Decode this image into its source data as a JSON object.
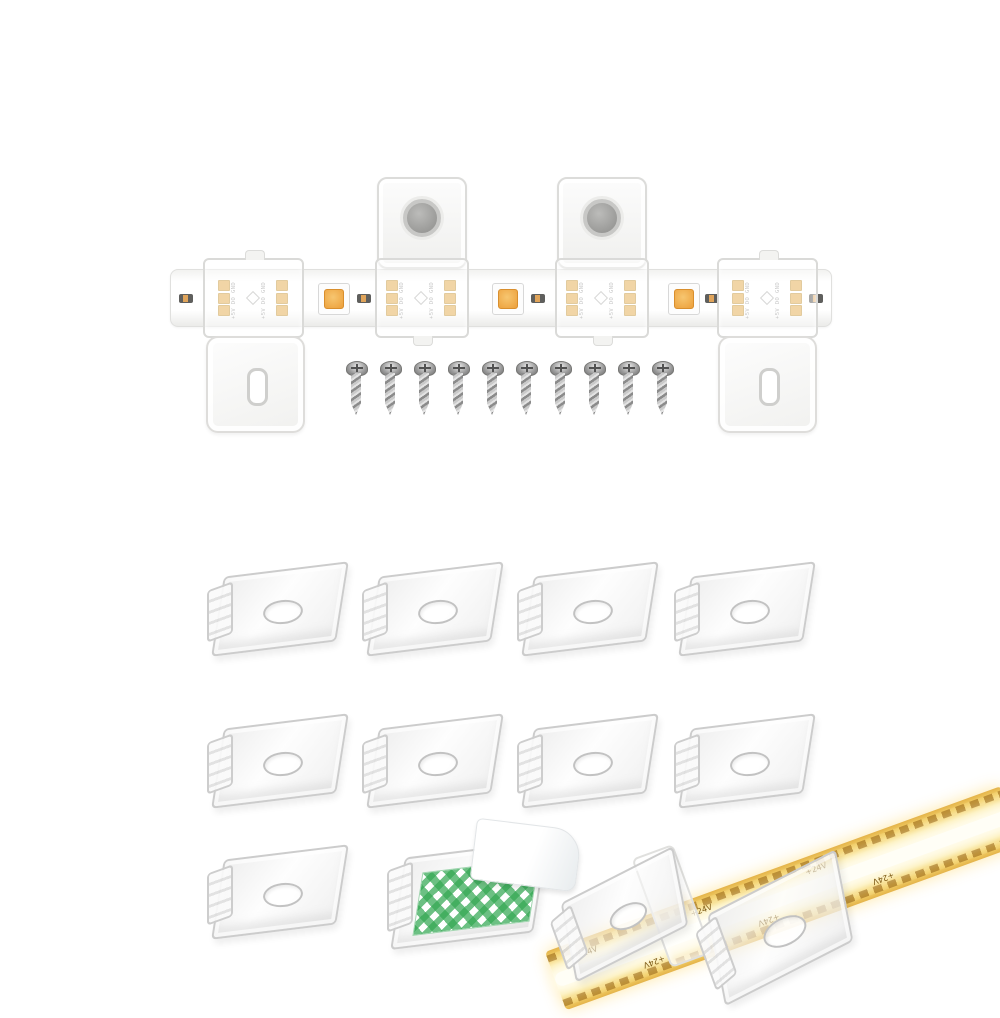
{
  "scene": {
    "background": "#ffffff",
    "description": "LED strip mounting bracket and clip kit product photo"
  },
  "top_assembly": {
    "pad_label": "+5V DO GND",
    "connection_count": 4,
    "led_count": 3,
    "bracket_count": 4,
    "screw_count": 10
  },
  "clip_grid": {
    "row1_count": 4,
    "row2_count": 4,
    "row3_count": 1,
    "adhesive_clip_count": 1
  },
  "cob_strip": {
    "voltage_label": "+24V",
    "label_repeats": 6
  },
  "colors": {
    "pad": "#e6b35e",
    "led_core": "#f0a843",
    "clip_border": "#cccccc",
    "adhesive_green": "#34a853",
    "cob_edge": "#e4b34a",
    "cob_glow": "#fffdf0"
  }
}
